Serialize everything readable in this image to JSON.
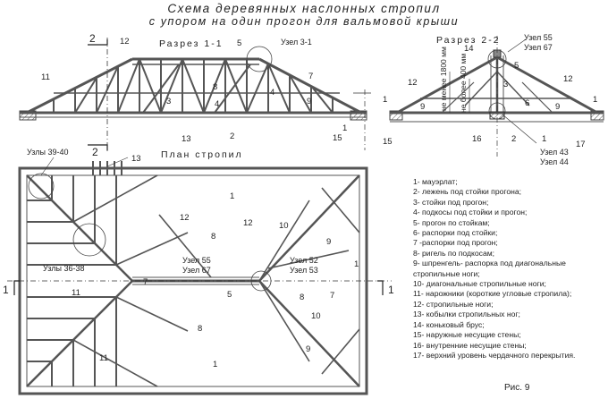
{
  "title": "Схема деревянных наслонных стропил",
  "subtitle": "с упором на один прогон для вальмовой крыши",
  "section_1": "Разрез 1-1",
  "section_2": "Разрез 2-2",
  "plan_title": "План стропил",
  "figure": "Рис. 9",
  "cut_marks": {
    "two": "2",
    "one": "1"
  },
  "nodes": {
    "n31": "Узел 3-1",
    "n55": "Узел 55",
    "n67": "Узел 67",
    "n43": "Узел 43",
    "n44": "Узел 44",
    "n3940": "Узлы 39-40",
    "n3638": "Узлы 36-38",
    "n52": "Узел 52",
    "n53": "Узел 53"
  },
  "dims": {
    "min1800": "не менее 1800 мм",
    "max400": "не более 400 мм"
  },
  "numbers": {
    "n1": "1",
    "n2": "2",
    "n3": "3",
    "n4": "4",
    "n5": "5",
    "n6": "6",
    "n7": "7",
    "n8": "8",
    "n9": "9",
    "n10": "10",
    "n11": "11",
    "n12": "12",
    "n13": "13",
    "n14": "14",
    "n15": "15",
    "n16": "16",
    "n17": "17"
  },
  "legend": [
    "1- мауэрлат;",
    "2- лежень под стойки прогона;",
    "3- стойки под прогон;",
    "4- подкосы под стойки и прогон;",
    "5- прогон по стойкам;",
    "6- распорки под стойки;",
    "7 -распорки под прогон;",
    "8- ригель по подкосам;",
    "9- шпренгель- распорка под диагональные",
    "    стропильные ноги;",
    "10- диагональные стропильные ноги;",
    "11- нарожники (короткие угловые стропила);",
    "12- стропильные ноги;",
    "13- кобылки стропильных ног;",
    "14- коньковый брус;",
    "15- наружные несущие стены;",
    "16- внутренние несущие стены;",
    "17- верхний уровень чердачного перекрытия."
  ]
}
